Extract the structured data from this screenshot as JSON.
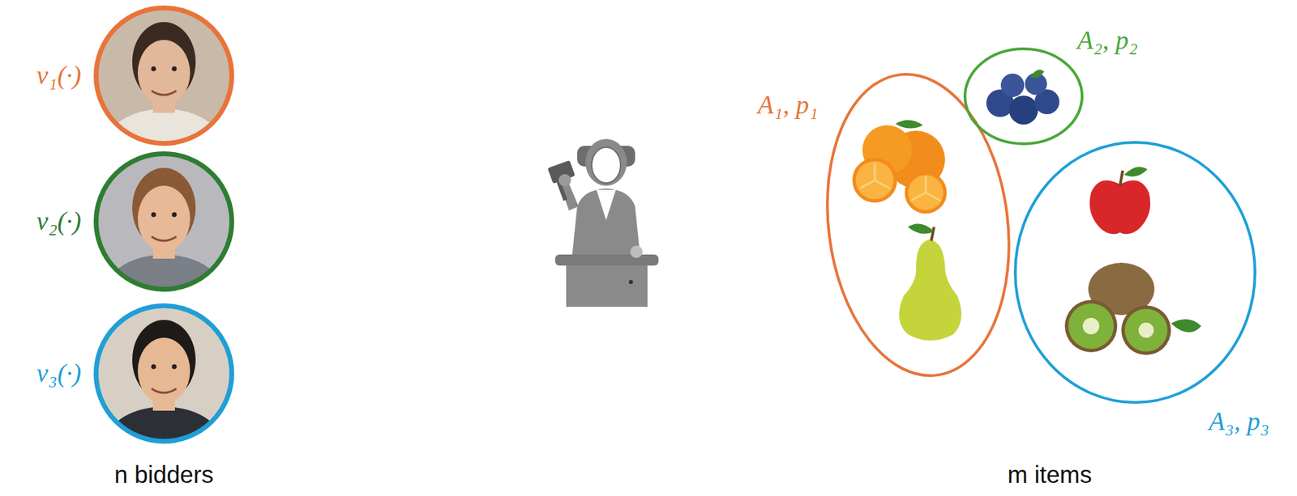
{
  "diagram": {
    "nodes": [
      {
        "text": [
          "v₁(·)"
        ]
      },
      {
        "text": [
          "v₂(·)"
        ]
      },
      {
        "text": [
          "v₃(·)"
        ]
      },
      {
        "text": [
          "A₁, p₁"
        ]
      },
      {
        "text": [
          "A₂, p₂"
        ]
      },
      {
        "text": [
          "A₃, p₃"
        ]
      }
    ],
    "labels": [
      "n bidders",
      "m items"
    ]
  }
}
